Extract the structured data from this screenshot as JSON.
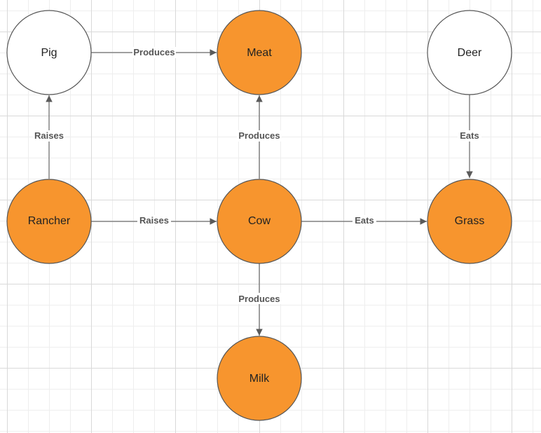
{
  "colors": {
    "highlight_fill": "#F7952E",
    "plain_fill": "#FFFFFF",
    "edge": "#6b6b6b"
  },
  "nodes": {
    "pig": {
      "label": "Pig",
      "highlighted": false
    },
    "meat": {
      "label": "Meat",
      "highlighted": true
    },
    "deer": {
      "label": "Deer",
      "highlighted": false
    },
    "rancher": {
      "label": "Rancher",
      "highlighted": true
    },
    "cow": {
      "label": "Cow",
      "highlighted": true
    },
    "grass": {
      "label": "Grass",
      "highlighted": true
    },
    "milk": {
      "label": "Milk",
      "highlighted": true
    }
  },
  "edges": {
    "pig_meat": {
      "from": "Pig",
      "to": "Meat",
      "label": "Produces"
    },
    "rancher_pig": {
      "from": "Rancher",
      "to": "Pig",
      "label": "Raises"
    },
    "cow_meat": {
      "from": "Cow",
      "to": "Meat",
      "label": "Produces"
    },
    "deer_grass": {
      "from": "Deer",
      "to": "Grass",
      "label": "Eats"
    },
    "rancher_cow": {
      "from": "Rancher",
      "to": "Cow",
      "label": "Raises"
    },
    "cow_grass": {
      "from": "Cow",
      "to": "Grass",
      "label": "Eats"
    },
    "cow_milk": {
      "from": "Cow",
      "to": "Milk",
      "label": "Produces"
    }
  }
}
